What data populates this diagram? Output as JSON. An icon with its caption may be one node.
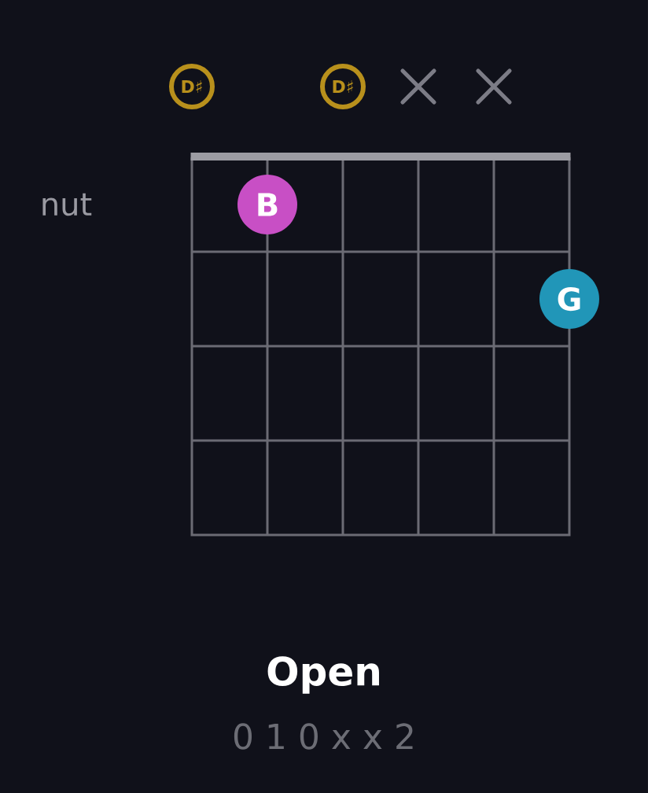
{
  "diagram": {
    "title": "Open",
    "nodes": [
      {
        "text": [
          "D♯"
        ]
      },
      {
        "text": [
          "D♯"
        ]
      },
      {
        "text": [
          "B"
        ]
      },
      {
        "text": [
          "G"
        ]
      }
    ],
    "labels": [
      "nut",
      "0 1 0 x x 2"
    ]
  }
}
